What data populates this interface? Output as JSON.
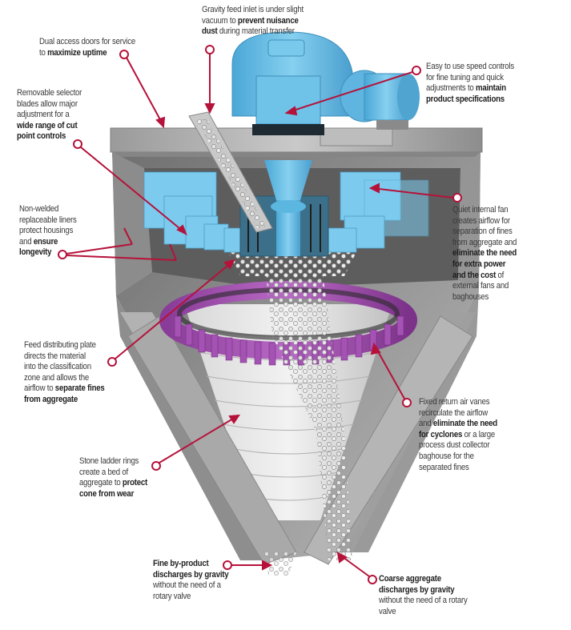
{
  "title": "Air classifier cutaway diagram",
  "colors": {
    "callout_line": "#b5123a",
    "text": "#3a3a3a",
    "blue_parts": "#6ec3e8",
    "purple_vanes": "#9b4aa8",
    "steel": "#a8a8a8"
  },
  "callouts": [
    {
      "id": "gravity-feed",
      "lines": [
        [
          "Gravity feed inlet is under slight",
          ""
        ],
        [
          "vacuum to ",
          "prevent nuisance"
        ],
        [
          "",
          "dust",
          " during material transfer"
        ]
      ]
    },
    {
      "id": "dual-access",
      "lines": [
        [
          "Dual access doors for service",
          ""
        ],
        [
          "to ",
          "maximize uptime"
        ]
      ]
    },
    {
      "id": "speed-controls",
      "lines": [
        [
          "Easy to use speed controls",
          ""
        ],
        [
          "for fine tuning and quick",
          ""
        ],
        [
          "adjustments to ",
          "maintain"
        ],
        [
          "",
          "product specifications"
        ]
      ]
    },
    {
      "id": "selector-blades",
      "lines": [
        [
          "Removable selector",
          ""
        ],
        [
          "blades allow major",
          ""
        ],
        [
          "adjustment for a",
          ""
        ],
        [
          "",
          "wide range of cut"
        ],
        [
          "",
          "point controls"
        ]
      ]
    },
    {
      "id": "liners",
      "lines": [
        [
          "Non-welded",
          ""
        ],
        [
          "replaceable liners",
          ""
        ],
        [
          "protect housings",
          ""
        ],
        [
          "and ",
          "ensure"
        ],
        [
          "",
          "longevity"
        ]
      ]
    },
    {
      "id": "internal-fan",
      "lines": [
        [
          "Quiet internal fan",
          ""
        ],
        [
          "creates airflow for",
          ""
        ],
        [
          "separation of fines",
          ""
        ],
        [
          "from aggregate and",
          ""
        ],
        [
          "",
          "eliminate the need"
        ],
        [
          "",
          "for extra power"
        ],
        [
          "",
          "and the cost",
          " of"
        ],
        [
          "external fans and",
          ""
        ],
        [
          "baghouses",
          ""
        ]
      ]
    },
    {
      "id": "feed-plate",
      "lines": [
        [
          "Feed distributing plate",
          ""
        ],
        [
          "directs the material",
          ""
        ],
        [
          "into the classification",
          ""
        ],
        [
          "zone and allows the",
          ""
        ],
        [
          "airflow to ",
          "separate fines"
        ],
        [
          "",
          "from aggregate"
        ]
      ]
    },
    {
      "id": "return-vanes",
      "lines": [
        [
          "Fixed return air vanes",
          ""
        ],
        [
          "recirculate the airflow",
          ""
        ],
        [
          "and ",
          "eliminate the need"
        ],
        [
          "",
          "for cyclones",
          " or a large"
        ],
        [
          "process dust collector",
          ""
        ],
        [
          "baghouse for the",
          ""
        ],
        [
          "separated fines",
          ""
        ]
      ]
    },
    {
      "id": "ladder-rings",
      "lines": [
        [
          "Stone ladder rings",
          ""
        ],
        [
          "create a bed of",
          ""
        ],
        [
          "aggregate to ",
          "protect"
        ],
        [
          "",
          "cone from wear"
        ]
      ]
    },
    {
      "id": "fine-byproduct",
      "lines": [
        [
          "",
          "Fine by-product"
        ],
        [
          "",
          "discharges by gravity"
        ],
        [
          "without the need of a",
          ""
        ],
        [
          "rotary valve",
          ""
        ]
      ]
    },
    {
      "id": "coarse-aggregate",
      "lines": [
        [
          "",
          "Coarse aggregate"
        ],
        [
          "",
          "discharges by gravity"
        ],
        [
          "without the need of a rotary",
          ""
        ],
        [
          "valve",
          ""
        ]
      ]
    }
  ]
}
